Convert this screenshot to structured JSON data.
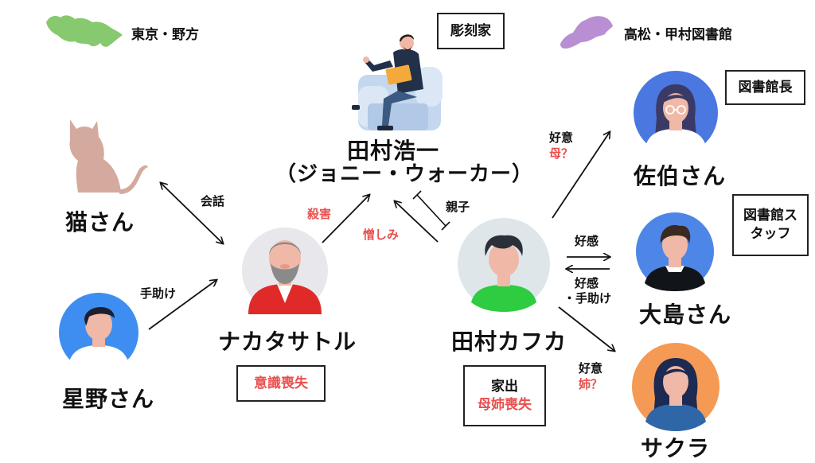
{
  "legend": {
    "tokyo_label": "東京・野方",
    "takamatsu_label": "高松・甲村図書館",
    "tokyo_color": "#86c96e",
    "takamatsu_color": "#b98ed3"
  },
  "characters": {
    "koichi": {
      "line1": "田村浩一",
      "line2": "（ジョニー・ウォーカー）",
      "tag": "彫刻家"
    },
    "cat": {
      "name": "猫さん"
    },
    "nakata": {
      "name": "ナカタサトル",
      "tag": "意識喪失"
    },
    "hoshino": {
      "name": "星野さん"
    },
    "kafka": {
      "name": "田村カフカ",
      "tag_line1": "家出",
      "tag_line2": "母姉喪失"
    },
    "saeki": {
      "name": "佐伯さん",
      "tag": "図書館長"
    },
    "oshima": {
      "name": "大島さん",
      "tag_line1": "図書館ス",
      "tag_line2": "タッフ"
    },
    "sakura": {
      "name": "サクラ"
    }
  },
  "relations": {
    "cat_nakata": "会話",
    "hoshino_nakata": "手助け",
    "nakata_koichi": "殺害",
    "kafka_koichi_hate": "憎しみ",
    "kafka_koichi_parent": "親子",
    "kafka_saeki_1": "好意",
    "kafka_saeki_2": "母？",
    "kafka_oshima_out": "好感",
    "kafka_oshima_in_1": "好感",
    "kafka_oshima_in_2": "・手助け",
    "kafka_sakura_1": "好意",
    "kafka_sakura_2": "姉？"
  },
  "colors": {
    "accent_red": "#e8504f",
    "cat": "#d4aa9f",
    "nakata_jacket": "#e02a2a",
    "hoshino_bg": "#3d8ef0",
    "saeki_bg": "#4a78e0",
    "oshima_bg": "#4d86e6",
    "sakura_bg": "#f59a55",
    "kafka_shirt": "#2ecc40"
  }
}
